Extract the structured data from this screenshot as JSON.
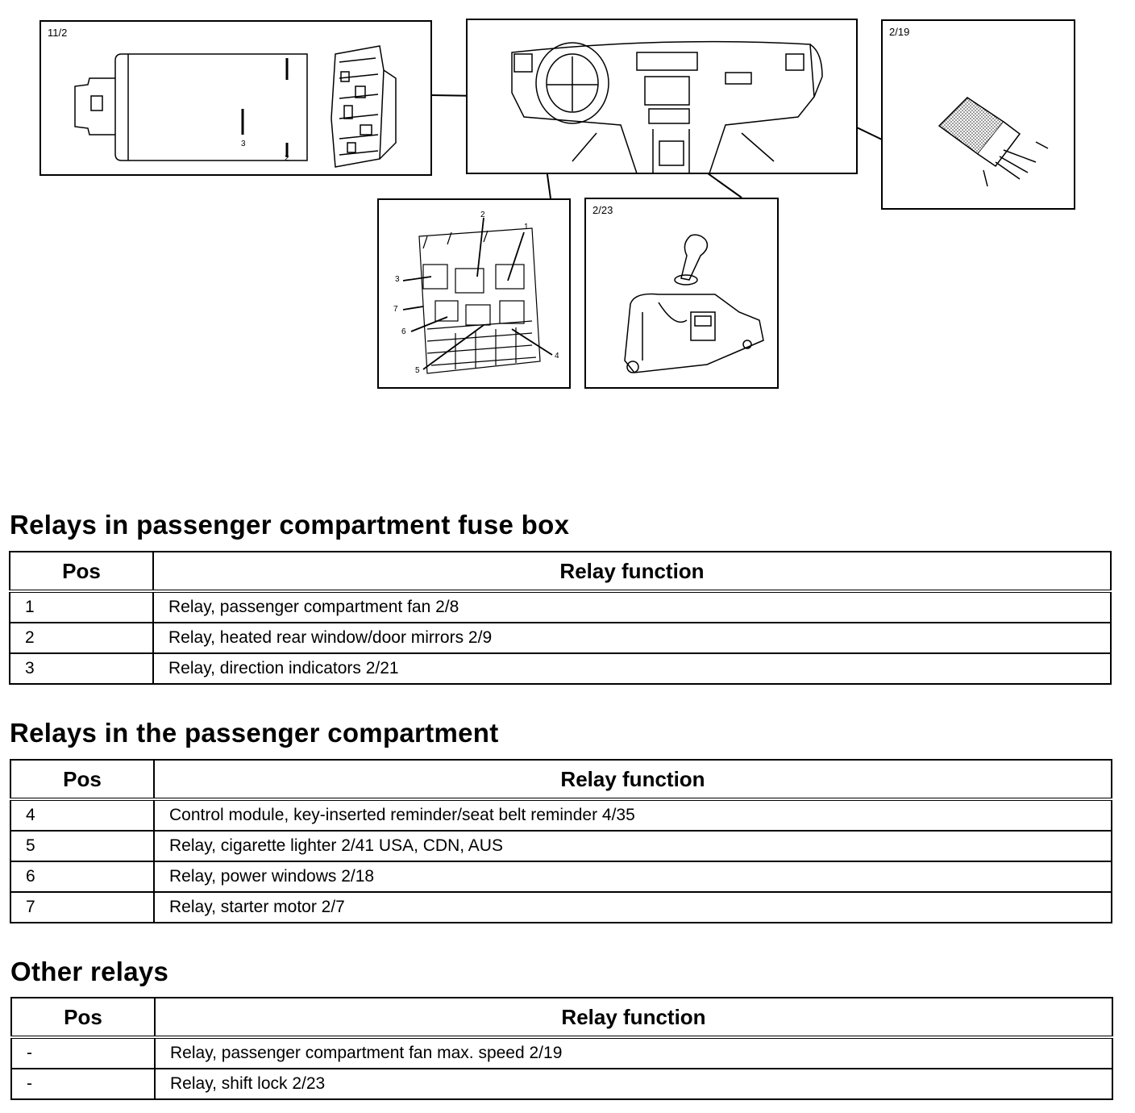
{
  "figures": {
    "fuse_box_top": {
      "label": "11/2",
      "callouts": [
        "3",
        "2"
      ]
    },
    "dashboard": {
      "label": ""
    },
    "fan_relay": {
      "label": "2/19"
    },
    "relay_cluster": {
      "label": "",
      "callouts": [
        "1",
        "2",
        "3",
        "4",
        "5",
        "6",
        "7"
      ]
    },
    "shift_lock": {
      "label": "2/23"
    }
  },
  "sections": [
    {
      "title": "Relays in passenger compartment fuse box",
      "header": {
        "pos": "Pos",
        "function": "Relay function"
      },
      "rows": [
        {
          "pos": "1",
          "function": "Relay, passenger compartment fan 2/8"
        },
        {
          "pos": "2",
          "function": "Relay, heated rear window/door mirrors 2/9"
        },
        {
          "pos": "3",
          "function": "Relay, direction indicators 2/21"
        }
      ]
    },
    {
      "title": "Relays in the passenger compartment",
      "header": {
        "pos": "Pos",
        "function": "Relay function"
      },
      "rows": [
        {
          "pos": "4",
          "function": "Control module, key-inserted reminder/seat belt reminder 4/35"
        },
        {
          "pos": "5",
          "function": "Relay, cigarette lighter 2/41 USA, CDN, AUS"
        },
        {
          "pos": "6",
          "function": "Relay, power windows 2/18"
        },
        {
          "pos": "7",
          "function": "Relay, starter motor 2/7"
        }
      ]
    },
    {
      "title": "Other relays",
      "header": {
        "pos": "Pos",
        "function": "Relay function"
      },
      "rows": [
        {
          "pos": "-",
          "function": "Relay, passenger compartment fan max. speed 2/19"
        },
        {
          "pos": "-",
          "function": "Relay, shift lock 2/23"
        }
      ]
    }
  ]
}
